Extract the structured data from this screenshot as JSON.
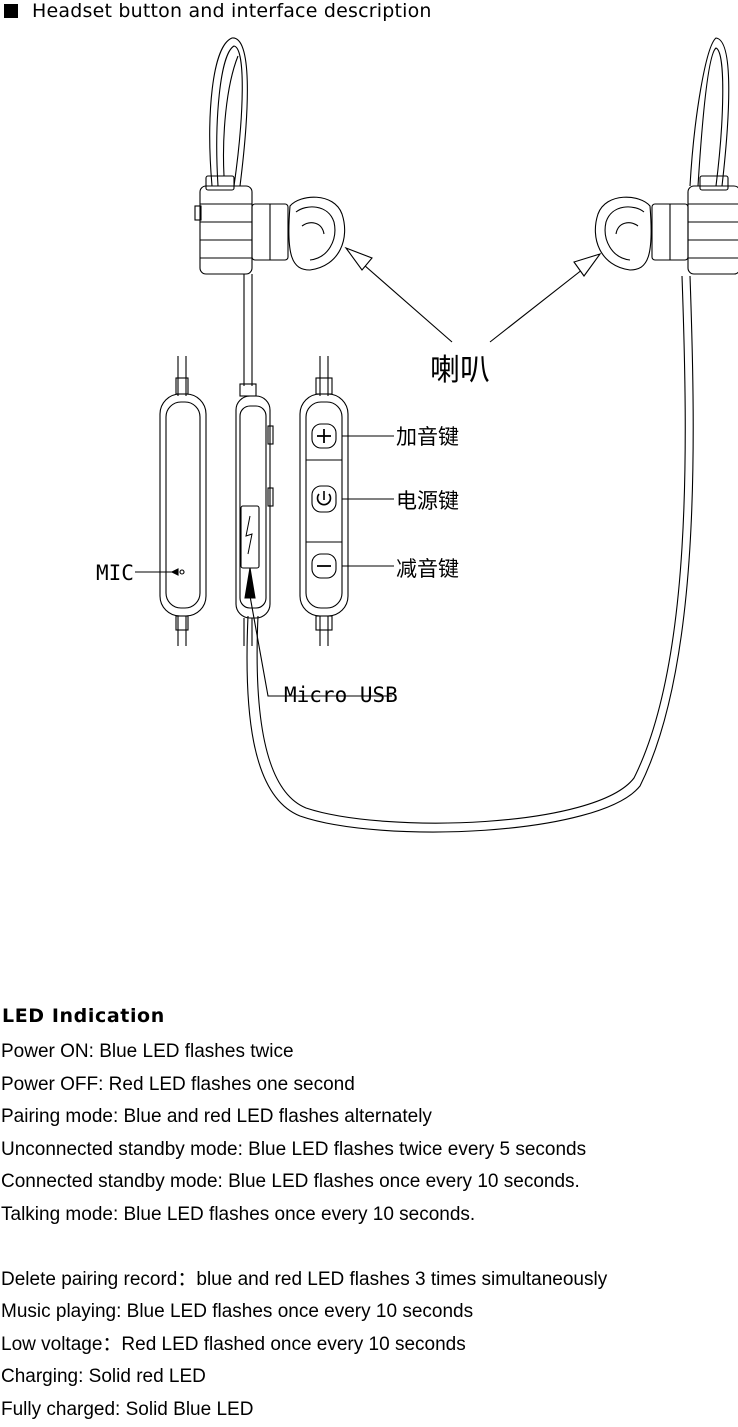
{
  "heading": "Headset button and interface description",
  "diagram": {
    "speaker_label": "喇叭",
    "volume_up_label": "加音键",
    "power_label": "电源键",
    "volume_down_label": "减音键",
    "mic_label": "MIC",
    "usb_label": "Micro USB"
  },
  "led": {
    "title": "LED Indication",
    "items": [
      "Power ON: Blue LED flashes twice",
      "Power OFF: Red LED flashes one second",
      "Pairing mode: Blue and red LED flashes alternately",
      "Unconnected standby mode: Blue LED flashes twice every 5 seconds",
      "Connected standby mode: Blue LED flashes once every 10 seconds.",
      "Talking mode: Blue LED flashes once every 10 seconds.",
      "",
      "Delete pairing record：blue and red LED flashes 3 times simultaneously",
      "Music playing: Blue LED flashes once every 10 seconds",
      "Low voltage：Red LED flashed once every 10 seconds",
      "Charging: Solid red LED",
      "Fully charged: Solid Blue LED"
    ]
  }
}
